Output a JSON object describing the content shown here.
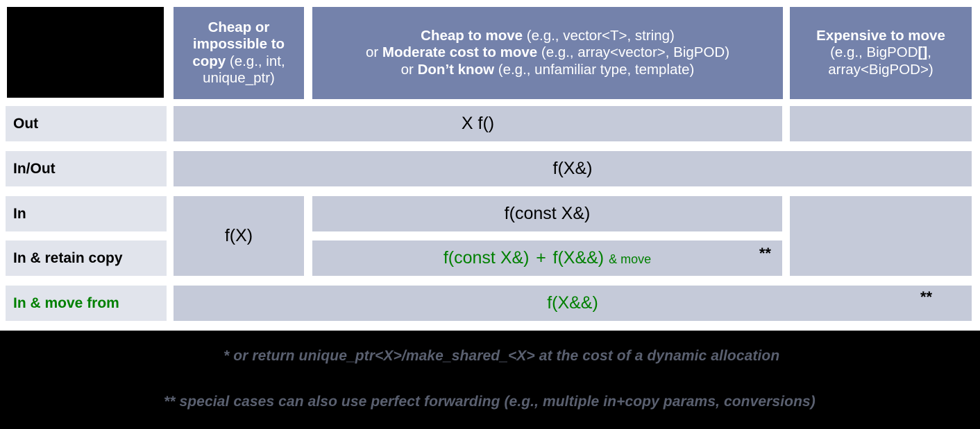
{
  "figure": {
    "title": "C++ parameter passing / return guidance matrix",
    "colors": {
      "header_blue": "#7482AB",
      "body_cell": "#C5CAD9",
      "row_label": "#E1E4EC",
      "accent_green": "#008000",
      "footnote_grey": "#5A6070",
      "black": "#000000",
      "white": "#FFFFFF"
    }
  },
  "header": {
    "corner": "",
    "columns": [
      {
        "id": "cheap-or-impossible-to-copy",
        "strong1": "Cheap or impossible to copy",
        "example1": " (e.g., int, unique_ptr)"
      },
      {
        "id": "cheap-to-move",
        "line1_strong": "Cheap to move",
        "line1_rest": " (e.g., vector<T>, string)",
        "line2_lead": "or ",
        "line2_strong": "Moderate cost to move",
        "line2_rest": " (e.g., array<vector>, BigPOD)",
        "line3_lead": "or ",
        "line3_strong": "Don’t know",
        "line3_rest": " (e.g., unfamiliar type, template)"
      },
      {
        "id": "expensive-to-move",
        "strong1": "Expensive to move",
        "example_line1": "(e.g., BigPOD",
        "example_bold": "[]",
        "example_line1_end": ",",
        "example_line2": "array<BigPOD>)"
      }
    ]
  },
  "rows": [
    {
      "id": "out",
      "label": "Out",
      "label_color": "black"
    },
    {
      "id": "in-out",
      "label": "In/Out",
      "label_color": "black"
    },
    {
      "id": "in",
      "label": "In",
      "label_color": "black"
    },
    {
      "id": "in-retain-copy",
      "label": "In & retain copy",
      "label_color": "black"
    },
    {
      "id": "in-move-from",
      "label": "In & move from",
      "label_color": "green"
    }
  ],
  "cells": {
    "out_mid": {
      "text": "X f()",
      "color": "black"
    },
    "inout_all": {
      "text": "f(X&)",
      "color": "black"
    },
    "in_copycol": {
      "text": "f(X)",
      "color": "black"
    },
    "in_mid": {
      "text": "f(const X&)",
      "color": "black"
    },
    "retain_part1": {
      "text": "f(const X&)",
      "color": "green"
    },
    "retain_plus": {
      "text": "+",
      "color": "green"
    },
    "retain_part2": {
      "text": "f(X&&)",
      "color": "green"
    },
    "retain_part3": {
      "text": "& move",
      "color": "green"
    },
    "retain_stars": {
      "text": "**",
      "color": "black"
    },
    "movefrom_text": {
      "text": "f(X&&)",
      "color": "green"
    },
    "movefrom_stars": {
      "text": "**",
      "color": "black"
    }
  },
  "footnotes": [
    {
      "id": "footnote-single-star",
      "text": "* or return unique_ptr<X>/make_shared_<X> at the cost of a dynamic allocation"
    },
    {
      "id": "footnote-double-star",
      "text": "** special cases can also use perfect forwarding (e.g., multiple in+copy params, conversions)"
    }
  ]
}
